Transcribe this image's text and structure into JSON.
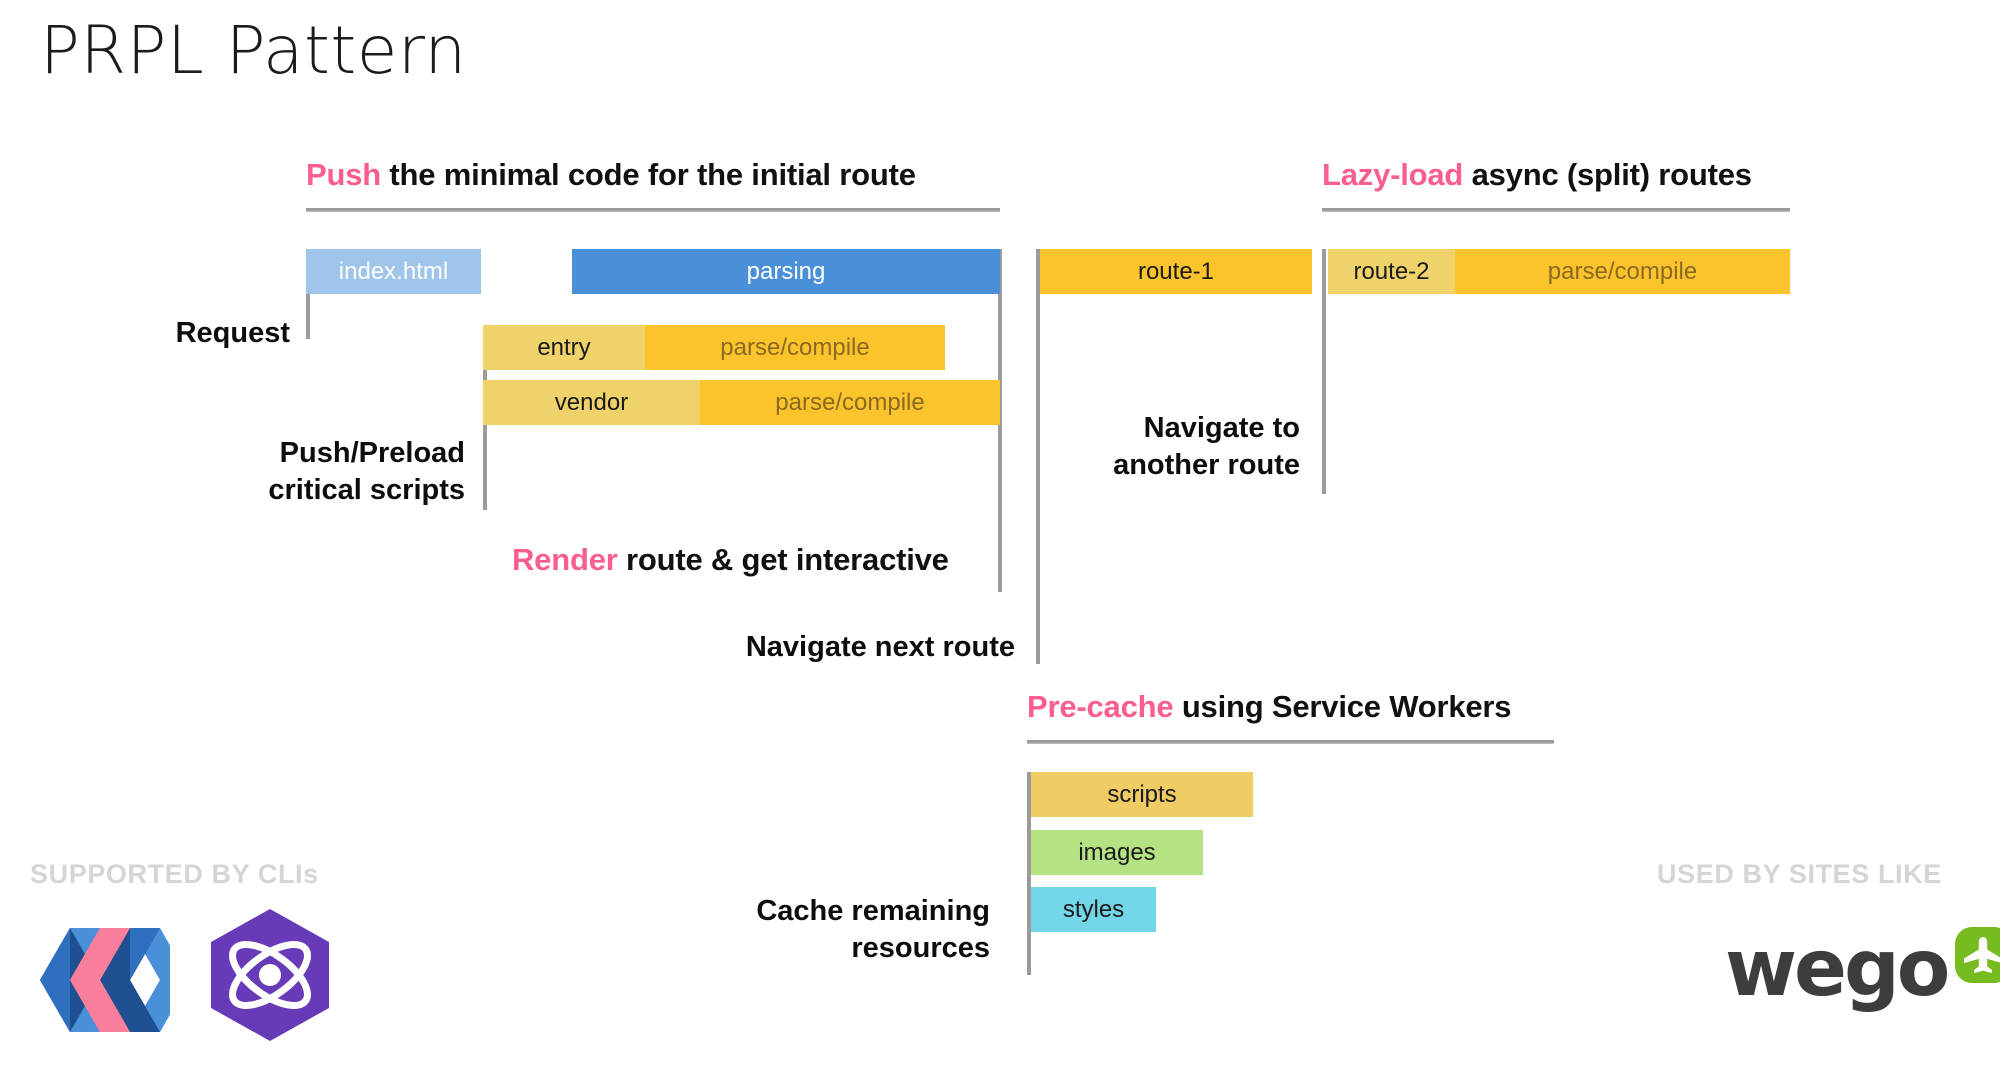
{
  "title": "PRPL Pattern",
  "colors": {
    "accent_pink": "#fa5e8c",
    "light_blue": "#9fc5ea",
    "blue": "#4a90d9",
    "light_gold": "#f0d26a",
    "gold": "#fcc42c",
    "green": "#b5e384",
    "cyan": "#73d5e8",
    "axis_gray": "#9b9b9b",
    "footer_gray": "#d5d5d5",
    "wego_green": "#76bc21",
    "wego_dark": "#3d3d3d",
    "preact_purple": "#673ab8"
  },
  "sections": {
    "push": {
      "heading_keyword": "Push",
      "heading_rest": " the minimal code for the initial route",
      "bars": [
        {
          "label": "index.html",
          "style": "lightblue"
        },
        {
          "label": "parsing",
          "style": "blue"
        },
        {
          "label": "entry",
          "style": "lightgold",
          "label2": "parse/compile",
          "style2": "gold"
        },
        {
          "label": "vendor",
          "style": "lightgold",
          "label2": "parse/compile",
          "style2": "gold"
        }
      ],
      "labels": {
        "request": "Request",
        "push_preload": "Push/Preload\ncritical scripts"
      }
    },
    "render": {
      "heading_keyword": "Render",
      "heading_rest": " route & get interactive",
      "navigate_next": "Navigate next route"
    },
    "lazyload": {
      "heading_keyword": "Lazy-load",
      "heading_rest": " async (split) routes",
      "bars": [
        {
          "label": "route-1",
          "style": "goldsolid"
        },
        {
          "label": "route-2",
          "style": "lightgold",
          "label2": "parse/compile",
          "style2": "gold"
        }
      ],
      "labels": {
        "navigate_another": "Navigate to\nanother route"
      }
    },
    "precache": {
      "heading_keyword": "Pre-cache",
      "heading_rest": " using Service Workers",
      "bars": [
        {
          "label": "scripts",
          "style": "goldcache"
        },
        {
          "label": "images",
          "style": "green"
        },
        {
          "label": "styles",
          "style": "cyan"
        }
      ],
      "labels": {
        "cache_remaining": "Cache remaining\nresources"
      }
    }
  },
  "footer": {
    "left_caption": "SUPPORTED BY CLIs",
    "right_caption": "USED BY SITES LIKE",
    "wego_text": "wego"
  }
}
